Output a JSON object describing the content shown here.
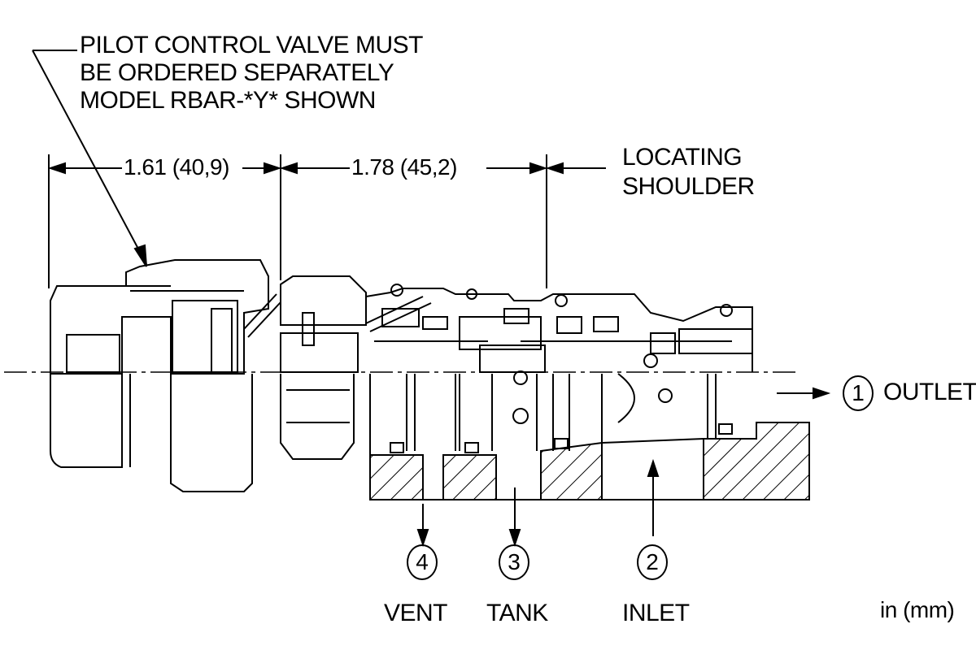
{
  "note": {
    "line1": "PILOT CONTROL VALVE MUST",
    "line2": "BE ORDERED SEPARATELY",
    "line3": "MODEL RBAR-*Y* SHOWN"
  },
  "dimensions": {
    "dim1": "1.61 (40,9)",
    "dim2": "1.78 (45,2)"
  },
  "locating_shoulder": {
    "line1": "LOCATING",
    "line2": "SHOULDER"
  },
  "ports": {
    "outlet": {
      "number": "1",
      "name": "OUTLET"
    },
    "inlet": {
      "number": "2",
      "name": "INLET"
    },
    "tank": {
      "number": "3",
      "name": "TANK"
    },
    "vent": {
      "number": "4",
      "name": "VENT"
    }
  },
  "units": "in (mm)"
}
